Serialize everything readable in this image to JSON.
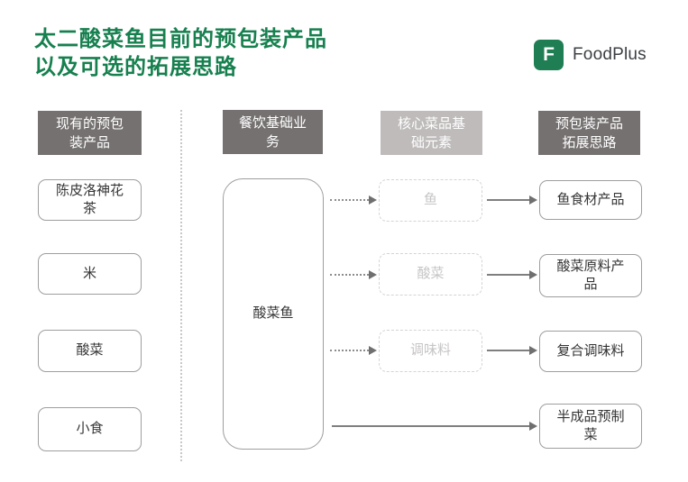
{
  "page": {
    "title": "太二酸菜鱼目前的预包装产品\n以及可选的拓展思路"
  },
  "logo": {
    "mark": "F",
    "text": "FoodPlus"
  },
  "flow": {
    "existing": {
      "header": "现有的预包\n装产品",
      "items": [
        "陈皮洛神花\n茶",
        "米",
        "酸菜",
        "小食"
      ]
    },
    "base_business": {
      "header": "餐饮基础业\n务",
      "node": "酸菜鱼"
    },
    "core_elements": {
      "header": "核心菜品基\n础元素",
      "items": [
        "鱼",
        "酸菜",
        "调味料"
      ]
    },
    "expansion": {
      "header": "预包装产品\n拓展思路",
      "items": [
        "鱼食材产品",
        "酸菜原料产\n品",
        "复合调味料",
        "半成品预制\n菜"
      ]
    }
  },
  "colors": {
    "title_green": "#17804f",
    "logo_green": "#1f7e53",
    "header_dark_gray": "#767171",
    "header_light_gray": "#bfbbbb",
    "box_border_gray": "#9e9e9e",
    "dashed_gray": "#d6d3d3",
    "arrow_gray": "#7f7f7f"
  }
}
